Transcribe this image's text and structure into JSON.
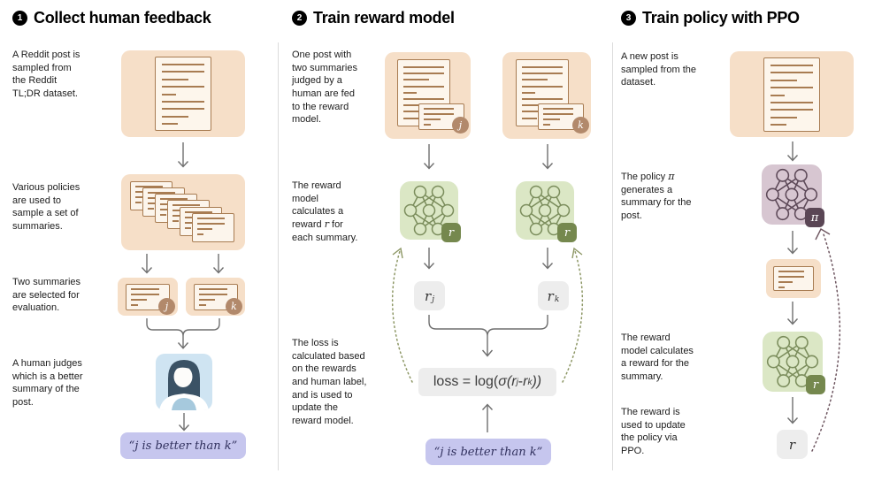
{
  "colors": {
    "card_bg": "#f6dfc8",
    "card_line": "#a87c52",
    "paper_bg": "#fdf6ec",
    "reward_bg": "#dbe7c5",
    "reward_stroke": "#7b8d5c",
    "reward_badge": "#75884e",
    "policy_bg": "#d7c6d1",
    "policy_stroke": "#5c4857",
    "policy_badge": "#5a4655",
    "human_bg": "#cfe4f2",
    "quote_bg": "#c6c6ee",
    "quote_text": "#31315e",
    "chip_bg": "#ededed",
    "arrow": "#6f6f6f",
    "dash_olive": "#8d9765",
    "dash_plum": "#6e5660",
    "judge_badge": "#b2896b"
  },
  "panel1": {
    "number": "1",
    "title": "Collect human feedback",
    "caption1": "A Reddit post is\nsampled from\nthe Reddit\nTL;DR dataset.",
    "caption2": "Various policies\nare used to\nsample a set of\nsummaries.",
    "caption3": "Two summaries\nare selected for\nevaluation.",
    "caption4": "A human judges\nwhich is a better\nsummary of the\npost.",
    "badge_j": "j",
    "badge_k": "k",
    "quote": "“j is better than k”"
  },
  "panel2": {
    "number": "2",
    "title": "Train reward model",
    "caption1": "One post with\ntwo summaries\njudged by a\nhuman are fed\nto the reward\nmodel.",
    "caption2_pre": "The reward\nmodel\ncalculates a\nreward ",
    "caption2_var": "r",
    "caption2_post": " for\neach summary.",
    "caption3": "The loss is\ncalculated based\non the rewards\nand human label,\nand is used to\nupdate the\nreward model.",
    "badge_j": "j",
    "badge_k": "k",
    "badge_r": "r",
    "chip_r": "r",
    "chip_sub_j": "j",
    "chip_sub_k": "k",
    "formula": {
      "lhs": "loss = log(",
      "sigma": "σ(",
      "r1": "r",
      "sub1": "j",
      "minus": " - ",
      "r2": "r",
      "sub2": "k",
      "close": "))"
    },
    "quote": "“j is better than k”"
  },
  "panel3": {
    "number": "3",
    "title": "Train policy with PPO",
    "caption1": "A new post is\nsampled from the\ndataset.",
    "caption2_pre": "The policy ",
    "caption2_var": "π",
    "caption2_post": "\ngenerates a\nsummary for the\npost.",
    "caption3": "The reward\nmodel calculates\na reward for the\nsummary.",
    "caption4": "The reward is\nused to update\nthe policy via\nPPO.",
    "badge_pi": "π",
    "badge_r": "r",
    "chip_r": "r"
  }
}
